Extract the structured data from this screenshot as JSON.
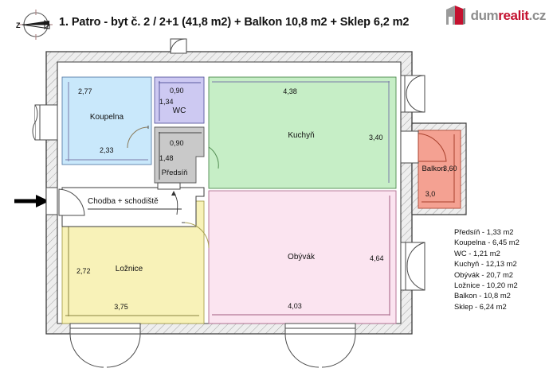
{
  "header": {
    "title": "1. Patro - byt č. 2 / 2+1 (41,8 m2) + Balkon 10,8 m2 + Sklep 6,2 m2",
    "compass_label": "Z",
    "logo": {
      "part1": "dum",
      "part2": "realit",
      "part3": ".cz"
    }
  },
  "plan": {
    "entry_arrow": "entry-direction-arrow",
    "corridor_label": "Chodba + schodiště",
    "rooms": [
      {
        "key": "koupelna",
        "name": "Koupelna",
        "dim_v": "2,77",
        "dim_h": "2,33",
        "color": "#c9e8fb"
      },
      {
        "key": "wc",
        "name": "WC",
        "dim_v": "1,34",
        "dim_h": "0,90",
        "color": "#cdc9f2"
      },
      {
        "key": "predsin",
        "name": "Předsíň",
        "dim_v": "1,48",
        "dim_h": "0,90",
        "color": "#c9c9c9"
      },
      {
        "key": "kuchyn",
        "name": "Kuchyň",
        "dim_v": "3,40",
        "dim_h": "4,38",
        "color": "#c6eec6"
      },
      {
        "key": "obyvak",
        "name": "Obývák",
        "dim_v": "4,64",
        "dim_h": "4,03",
        "color": "#fbe4f0"
      },
      {
        "key": "loznice",
        "name": "Ložnice",
        "dim_v": "2,72",
        "dim_h": "3,75",
        "color": "#f8f2b8"
      },
      {
        "key": "balkon",
        "name": "Balkon",
        "dim_v": "3,60",
        "dim_h": "3,0",
        "color": "#f4a192"
      }
    ]
  },
  "legend": {
    "items": [
      "Předsíň - 1,33 m2",
      "Koupelna - 6,45 m2",
      "WC - 1,21 m2",
      "Kuchyň - 12,13 m2",
      "Obývák - 20,7 m2",
      "Ložnice - 10,20 m2",
      "Balkon - 10,8 m2",
      "Sklep - 6,24 m2"
    ]
  },
  "colors": {
    "wall_line": "#4a4a4a",
    "dim_line": "#7a7aa8",
    "text": "#111111",
    "brand_red": "#c4112f",
    "brand_grey": "#8d8d8d"
  }
}
